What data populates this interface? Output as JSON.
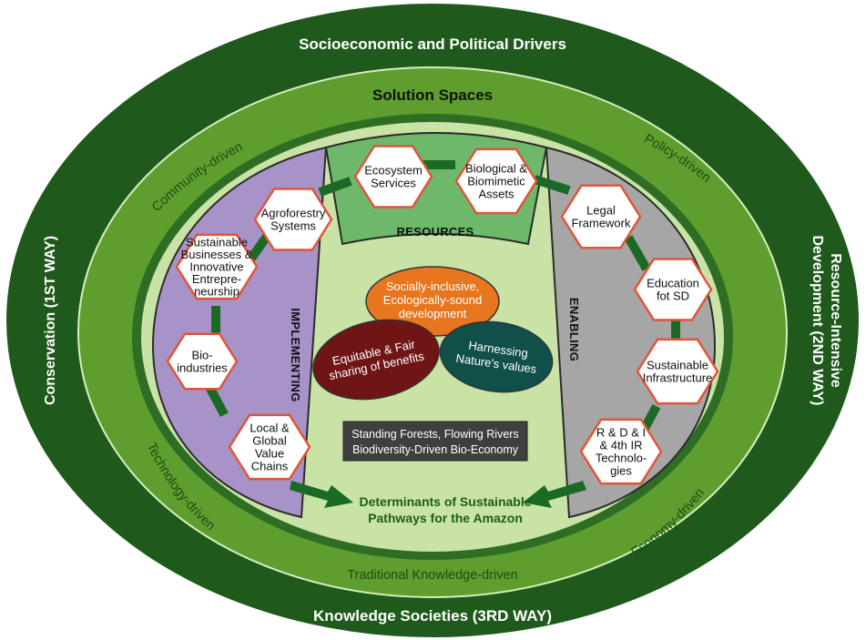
{
  "rings": {
    "outer_top": "Socioeconomic and Political Drivers",
    "outer_left": "Conservation (1ST WAY)",
    "outer_right_line1": "Resource-Intensive",
    "outer_right_line2": "Development (2ND WAY)",
    "outer_bottom": "Knowledge Societies (3RD WAY)",
    "solution_spaces": "Solution Spaces"
  },
  "drivers": {
    "community": "Community-driven",
    "policy": "Policy-driven",
    "technology": "Technology-driven",
    "economy": "Economy-driven",
    "traditional": "Traditional Knowledge-driven"
  },
  "bands": {
    "resources": "RESOURCES",
    "implementing": "IMPLEMENTING",
    "enabling": "ENABLING"
  },
  "hexagons": {
    "ecosystem_services": [
      "Ecosystem",
      "Services"
    ],
    "biological_assets": [
      "Biological &",
      "Biomimetic",
      "Assets"
    ],
    "agroforestry": [
      "Agroforestry",
      "Systems"
    ],
    "sustainable_businesses": [
      "Sustainable",
      "Businesses &",
      "Innovative",
      "Entrepre-",
      "neurship"
    ],
    "bioindustries": [
      "Bio-",
      "industries"
    ],
    "value_chains": [
      "Local &",
      "Global",
      "Value",
      "Chains"
    ],
    "legal_framework": [
      "Legal",
      "Framework"
    ],
    "education": [
      "Education",
      "fot SD"
    ],
    "infrastructure": [
      "Sustainable",
      "Infrastructure"
    ],
    "rdi": [
      "R & D & I",
      "& 4th IR",
      "Technolo-",
      "gies"
    ]
  },
  "ovals": {
    "socially": [
      "Socially-inclusive,",
      "Ecologically-sound",
      "development"
    ],
    "equitable": [
      "Equitable & Fair",
      "sharing of benefits"
    ],
    "harnessing": [
      "Harnessing",
      "Nature's values"
    ]
  },
  "center_box": [
    "Standing Forests, Flowing Rivers",
    "Biodiversity-Driven Bio-Economy"
  ],
  "determinants": [
    "Determinants of Sustainable",
    "Pathways for the Amazon"
  ],
  "colors": {
    "outer_ring": "#1f5a1c",
    "middle_ring": "#5a9a2c",
    "inner_ring": "#2d6b22",
    "core": "#c9e4a6",
    "implementing": "#a792c6",
    "enabling": "#a6a6a6",
    "resources": "#6db86a",
    "orange": "#e8761e",
    "maroon": "#6f1515",
    "teal": "#114f4b"
  }
}
